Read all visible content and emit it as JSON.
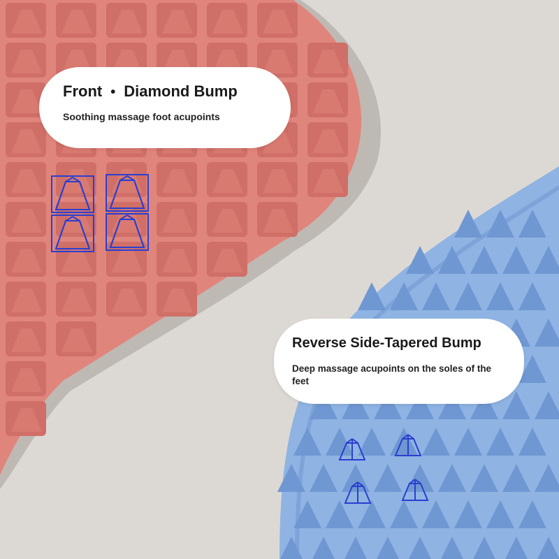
{
  "front": {
    "title": "Front",
    "separator": "•",
    "title_suffix": "Diamond Bump",
    "subtitle": "Soothing massage foot acupoints",
    "mat_color": "#e0857c",
    "bump_color": "#cf6f67"
  },
  "back": {
    "title": "Reverse Side-Tapered Bump",
    "subtitle": "Deep massage acupoints on the soles of the feet",
    "mat_color": "#8fb3e3",
    "bump_color": "#6f97d2"
  },
  "annotation_color": "#2a3fd0",
  "background_color": "#dcd9d4"
}
